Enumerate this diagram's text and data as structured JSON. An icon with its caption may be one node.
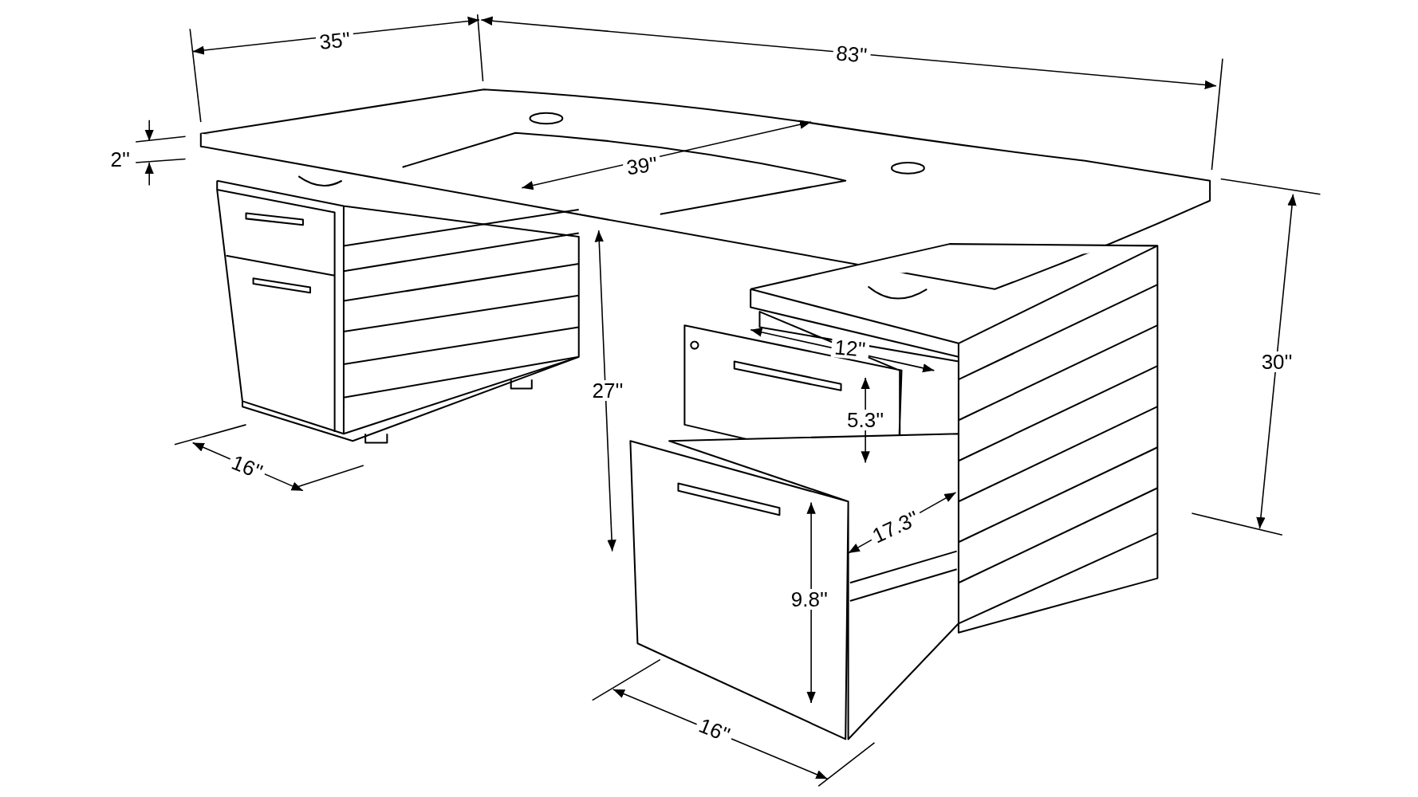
{
  "diagram": {
    "labels": [
      "35''",
      "83''",
      "2''",
      "39''",
      "12''",
      "30''",
      "27''",
      "5.3''",
      "16''",
      "17.3''",
      "9.8''",
      "16''"
    ]
  }
}
